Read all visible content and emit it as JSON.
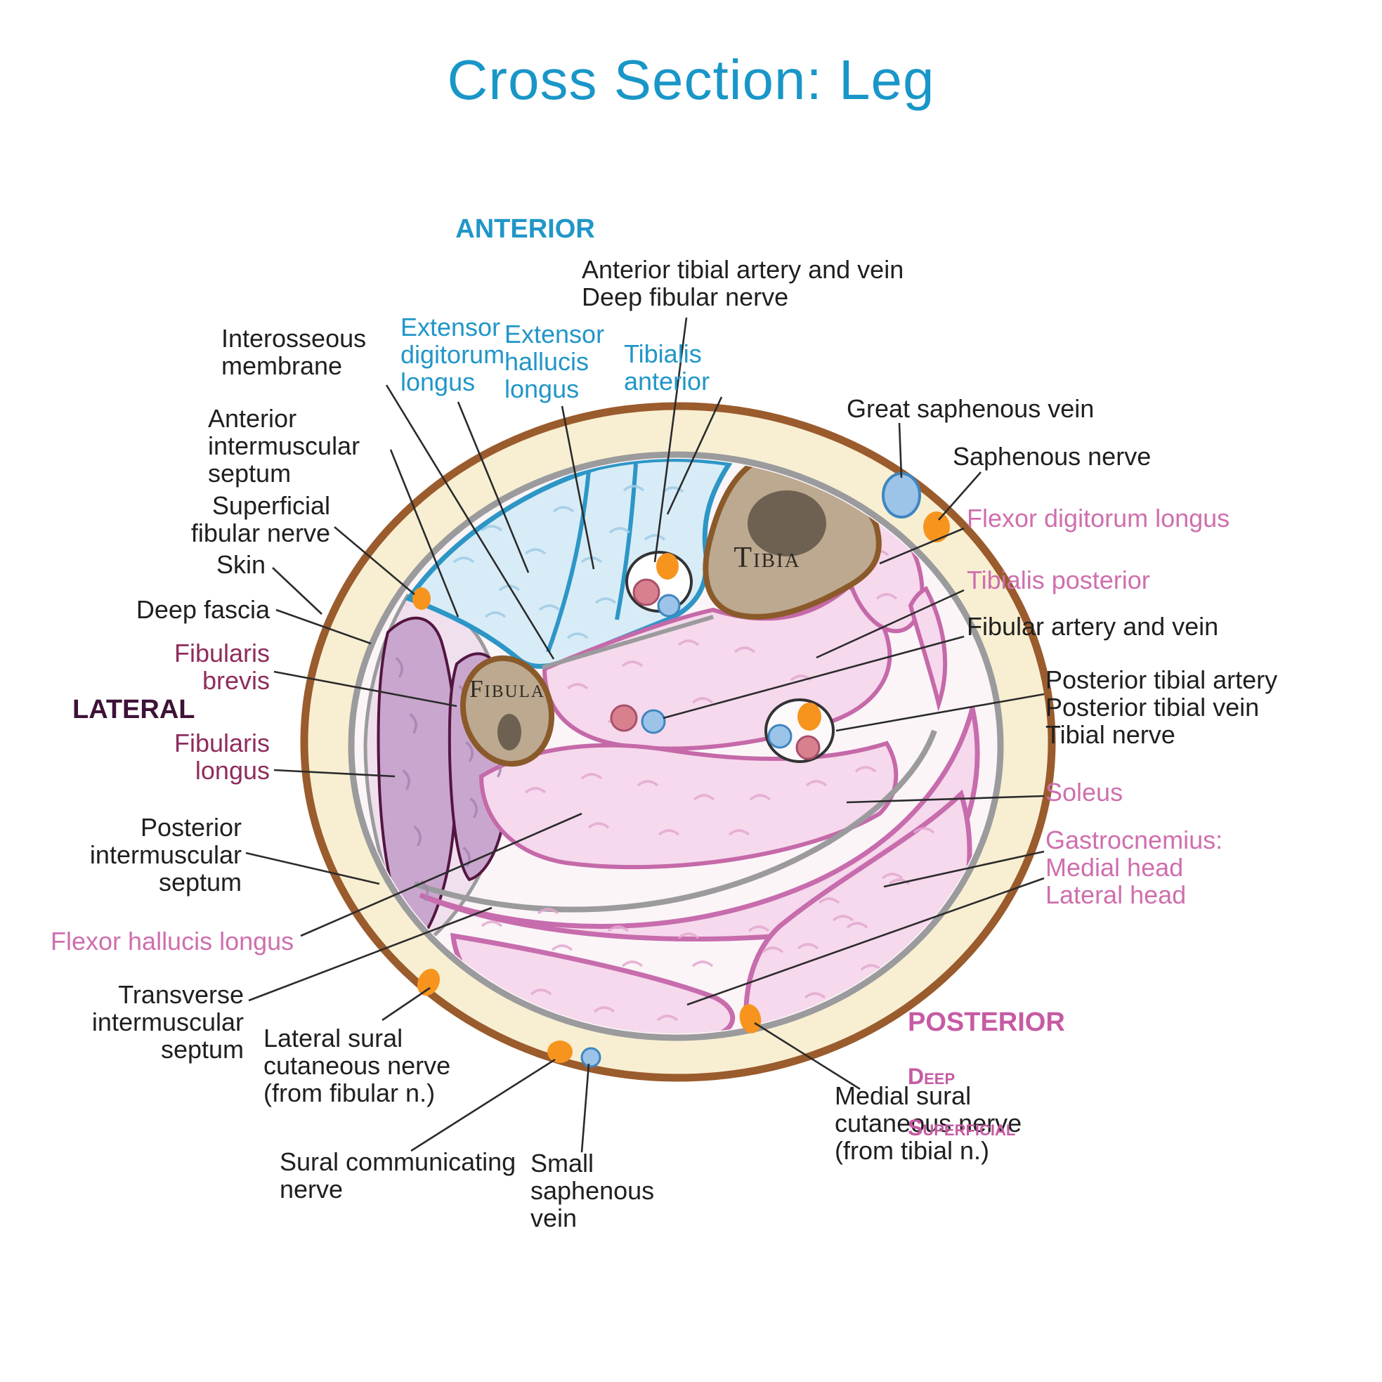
{
  "title": "Cross Section: Leg",
  "headings": {
    "anterior": "ANTERIOR",
    "lateral": "LATERAL",
    "posterior": "POSTERIOR",
    "posterior_deep": "Deep",
    "posterior_superficial": "Superficial"
  },
  "bones": {
    "tibia": "Tibia",
    "fibula": "Fibula"
  },
  "labels": {
    "anterior_tibial": "Anterior tibial artery and vein\nDeep fibular nerve",
    "interosseous_membrane": "Interosseous\nmembrane",
    "extensor_digitorum_longus": "Extensor\ndigitorum\nlongus",
    "extensor_hallucis_longus": "Extensor\nhallucis\nlongus",
    "tibialis_anterior": "Tibialis\nanterior",
    "great_saphenous_vein": "Great saphenous vein",
    "saphenous_nerve": "Saphenous nerve",
    "anterior_intermuscular_septum": "Anterior\nintermuscular\nseptum",
    "superficial_fibular_nerve": "Superficial\nfibular nerve",
    "skin": "Skin",
    "deep_fascia": "Deep fascia",
    "fibularis_brevis": "Fibularis\nbrevis",
    "fibularis_longus": "Fibularis\nlongus",
    "posterior_intermuscular_septum": "Posterior\nintermuscular\nseptum",
    "flexor_hallucis_longus": "Flexor hallucis longus",
    "transverse_intermuscular_septum": "Transverse\nintermuscular\nseptum",
    "lateral_sural_cutaneous_nerve": "Lateral sural\ncutaneous nerve\n(from fibular n.)",
    "sural_communicating_nerve": "Sural communicating\nnerve",
    "small_saphenous_vein": "Small\nsaphenous\nvein",
    "medial_sural_cutaneous_nerve": "Medial sural\ncutaneous nerve\n(from tibial n.)",
    "flexor_digitorum_longus": "Flexor digitorum longus",
    "tibialis_posterior": "Tibialis posterior",
    "fibular_artery_vein": "Fibular artery and vein",
    "posterior_tibial_bundle": "Posterior tibial artery\nPosterior tibial vein\nTibial nerve",
    "soleus": "Soleus",
    "gastrocnemius": "Gastrocnemius:\nMedial head\nLateral head"
  },
  "colors": {
    "title_blue": "#1996C8",
    "anterior_blue": "#2196C8",
    "pink_label": "#CE6FAE",
    "maroon_label": "#8E2D5C",
    "lateral_dark": "#3F1238",
    "posterior_pink": "#C65BA4",
    "skin_stroke": "#9A5B2D",
    "fat_fill": "#F8EFD2",
    "fascia_gray": "#9B9B9D",
    "ant_fill": "#D8ECF7",
    "ant_stroke": "#2D96C6",
    "bone_fill": "#BCA98F",
    "bone_medulla": "#6E6152",
    "bone_stroke": "#8B5A2B",
    "lat_fill": "#F0E0EE",
    "lat_muscle": "#C9A6CE",
    "lat_stroke": "#531641",
    "post_fill": "#F6D9EC",
    "post_stroke": "#C569A9",
    "soleus_stroke": "#C76CAD",
    "nerve_orange": "#F7941E",
    "artery_fill": "#D9808F",
    "artery_stroke": "#A8506A",
    "vein_fill": "#9CC3E8",
    "vein_stroke": "#3E86C0"
  }
}
